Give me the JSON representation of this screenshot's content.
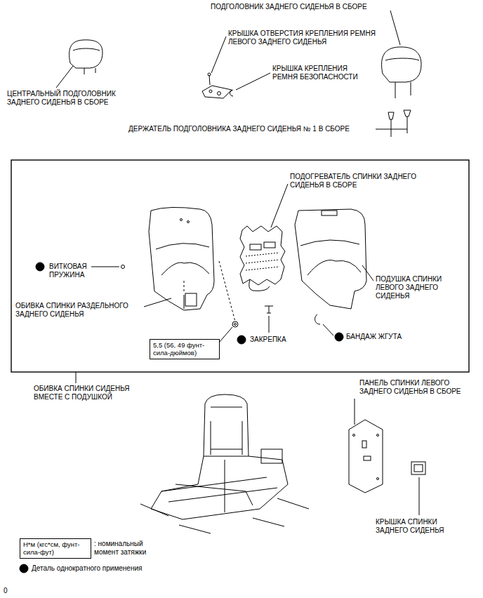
{
  "diagram": {
    "nodes": [
      {
        "text": [
          "5,5 (56, 49 фунт-сила-дюймов)"
        ]
      },
      {
        "text": [
          "Н*м (кгс*см, фунт-сила-фут)"
        ]
      }
    ],
    "labels": [
      "ПОДГОЛОВНИК ЗАДНЕГО СИДЕНЬЯ В СБОРЕ",
      "КРЫШКА ОТВЕРСТИЯ КРЕПЛЕНИЯ РЕМНЯ ЛЕВОГО ЗАДНЕГО СИДЕНЬЯ",
      "КРЫШКА КРЕПЛЕНИЯ РЕМНЯ БЕЗОПАСНОСТИ",
      "ЦЕНТРАЛЬНЫЙ ПОДГОЛОВНИК ЗАДНЕГО СИДЕНЬЯ В СБОРЕ",
      "ДЕРЖАТЕЛЬ ПОДГОЛОВНИКА ЗАДНЕГО СИДЕНЬЯ № 1 В СБОРЕ",
      "ПОДОГРЕВАТЕЛЬ СПИНКИ ЗАДНЕГО СИДЕНЬЯ В СБОРЕ",
      "ВИТКОВАЯ ПРУЖИНА",
      "ПОДУШКА СПИНКИ ЛЕВОГО ЗАДНЕГО СИДЕНЬЯ",
      "ОБИВКА СПИНКИ РАЗДЕЛЬНОГО ЗАДНЕГО СИДЕНЬЯ",
      "БАНДАЖ ЖГУТА",
      "ЗАКРЕПКА",
      "ОБИВКА СПИНКИ СИДЕНЬЯ ВМЕСТЕ С ПОДУШКОЙ",
      "ПАНЕЛЬ СПИНКИ ЛЕВОГО ЗАДНЕГО СИДЕНЬЯ В СБОРЕ",
      "КРЫШКА СПИНКИ ЗАДНЕГО СИДЕНЬЯ",
      "0"
    ],
    "legend": [
      {
        "text": ": номинальный момент затяжки"
      },
      {
        "text": "Деталь однократного применения"
      }
    ]
  }
}
